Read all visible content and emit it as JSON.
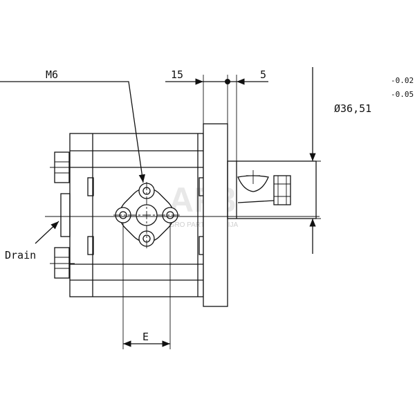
{
  "labels": {
    "thread": "M6",
    "dim_left": "15",
    "dim_right": "5",
    "diameter": "Ø36,51",
    "tol_upper": "-0.02",
    "tol_lower": "-0.05",
    "drain": "Drain",
    "port_dim": "E"
  },
  "watermark": {
    "logo": "AP3",
    "tagline": "AGRO PARTS BALTIJA"
  }
}
